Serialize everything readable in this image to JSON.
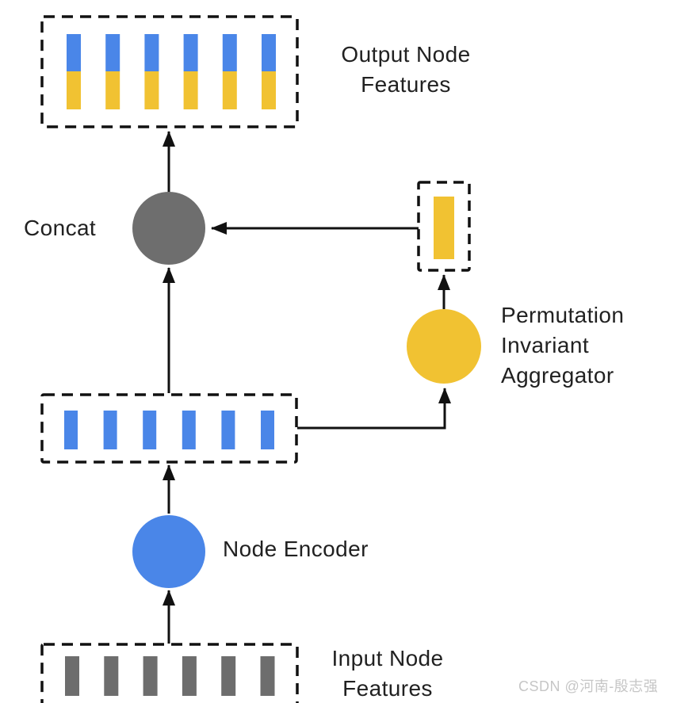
{
  "diagram": {
    "type": "flow-diagram",
    "nodes": {
      "concat": {
        "label": "Concat",
        "shape": "circle",
        "color": "#6E6E6E"
      },
      "aggregator": {
        "label": "Permutation Invariant Aggregator",
        "shape": "circle",
        "color": "#F1C232"
      },
      "encoder": {
        "label": "Node Encoder",
        "shape": "circle",
        "color": "#4A86E8"
      }
    },
    "feature_boxes": {
      "output": {
        "label": "Output Node Features",
        "bars": 6,
        "bar_colors": [
          "#4A86E8",
          "#F1C232"
        ]
      },
      "hidden": {
        "bars": 6,
        "bar_colors": [
          "#4A86E8"
        ]
      },
      "aggregated": {
        "bars": 1,
        "bar_colors": [
          "#F1C232"
        ]
      },
      "input": {
        "label": "Input Node Features",
        "bars": 6,
        "bar_colors": [
          "#6D6D6D"
        ]
      }
    },
    "edges": [
      {
        "from": "input-box",
        "to": "node-encoder"
      },
      {
        "from": "node-encoder",
        "to": "hidden-box"
      },
      {
        "from": "hidden-box",
        "to": "concat"
      },
      {
        "from": "hidden-box",
        "to": "aggregator"
      },
      {
        "from": "aggregator",
        "to": "aggregated-box"
      },
      {
        "from": "aggregated-box",
        "to": "concat"
      },
      {
        "from": "concat",
        "to": "output-box"
      }
    ],
    "stroke_color": "#111111",
    "text_color": "#212121"
  },
  "watermark": {
    "text": "CSDN @河南-殷志强",
    "color": "#C6C6C6"
  }
}
